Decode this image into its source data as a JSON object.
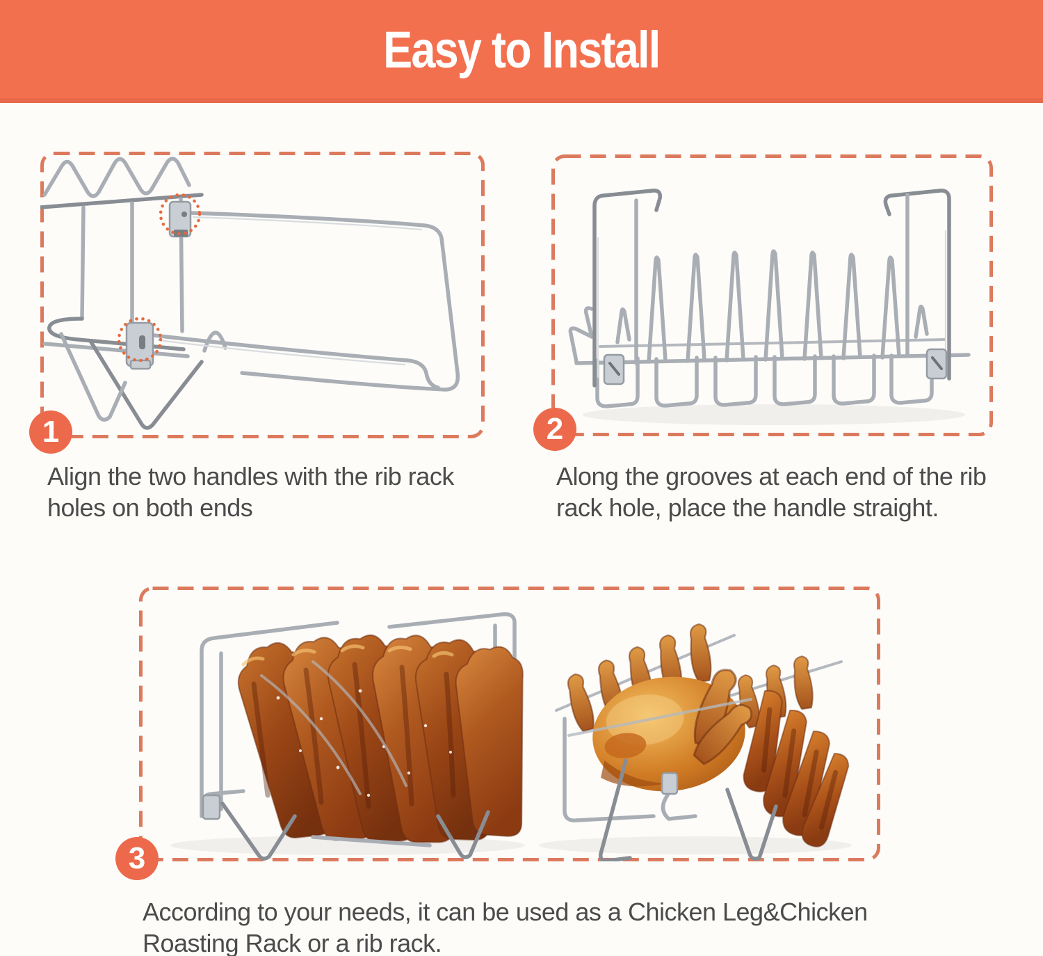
{
  "header": {
    "title": "Easy to Install",
    "bg_color": "#F3704F",
    "text_color": "#FFFFFF"
  },
  "colors": {
    "accent_badge": "#EC6A4B",
    "dashed_border": "#DC7A5E",
    "caption_text": "#4B4B4B",
    "page_background": "#FDFCF9",
    "steel_wire": "#A9AEB5"
  },
  "steps": [
    {
      "number": "1",
      "lines": [
        "Align the two handles with the rib rack",
        "holes on both ends"
      ],
      "illustration": "rack-with-handles-being-aligned"
    },
    {
      "number": "2",
      "lines": [
        "Along the grooves at each end of the rib",
        "rack hole, place the handle straight."
      ],
      "illustration": "assembled-rib-rack-with-upright-handles"
    },
    {
      "number": "3",
      "lines": [
        "According to your needs, it can be used as a Chicken Leg&Chicken",
        "Roasting Rack or a rib rack."
      ],
      "illustration": "rack-used-with-ribs-and-whole-chicken"
    }
  ]
}
